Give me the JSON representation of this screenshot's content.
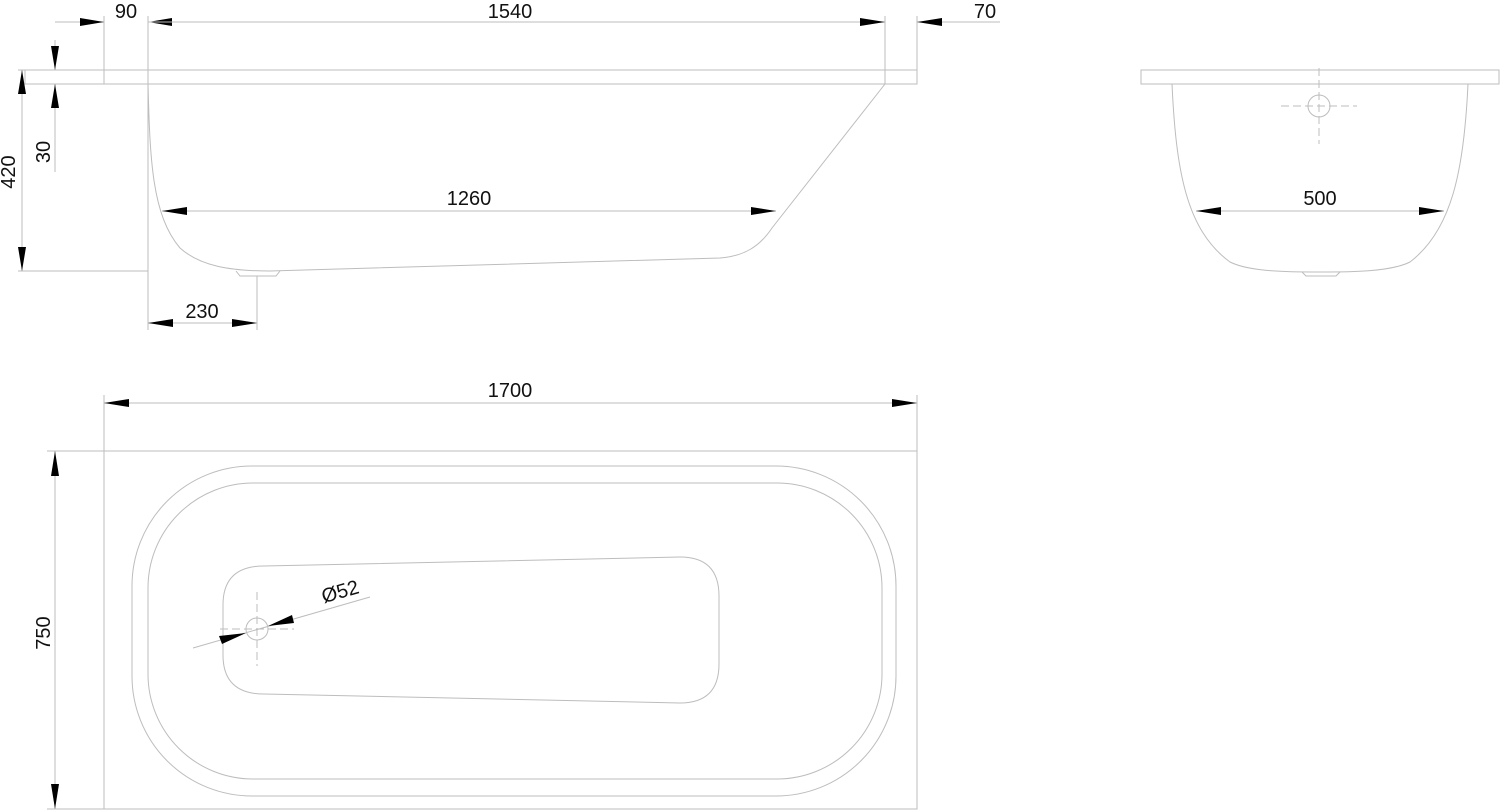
{
  "dimensions": {
    "left_rim": "90",
    "inner_length_top": "1540",
    "right_rim": "70",
    "total_height": "420",
    "rim_thickness": "30",
    "bottom_length": "1260",
    "drain_offset": "230",
    "total_length": "1700",
    "total_width": "750",
    "bottom_width": "500",
    "drain_diameter": "Ø52"
  },
  "colors": {
    "outline": "#bdbdbd",
    "dimension_text": "#111111",
    "arrow": "#000000"
  }
}
